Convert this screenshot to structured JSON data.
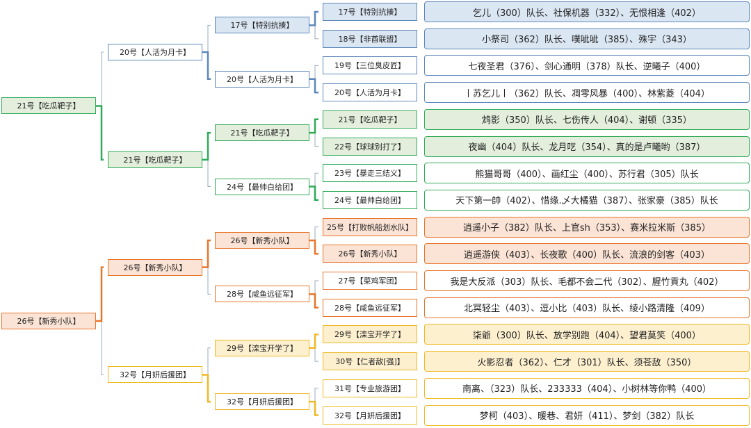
{
  "groups": [
    {
      "color": "#5b87bb",
      "teams": [
        {
          "label": "17号【特别抗揍】",
          "roster": "乞儿（300）队长、社保机器（332）、无恨相逢（402）",
          "fill": "#dbe6f3"
        },
        {
          "label": "18号【非酋联盟】",
          "roster": "小祭司（362）队长、噗呲呲（385）、殊宇（343）",
          "fill": "#dbe6f3"
        },
        {
          "label": "19号【三位臭皮匠】",
          "roster": "七夜圣君（376）、剑心通明（378）队长、逆曦子（400）",
          "fill": "#ffffff"
        },
        {
          "label": "20号【人活为月卡】",
          "roster": "丨苏乞儿丨（362）队长、凋零风暴（400）、林紫菱（404）",
          "fill": "#ffffff"
        }
      ],
      "r2": [
        {
          "label": "17号【特别抗揍】",
          "fill": "#dbe6f3"
        },
        {
          "label": "20号【人活为月卡】",
          "fill": "#ffffff"
        }
      ],
      "semi": {
        "label": "20号【人活为月卡】",
        "fill": "#ffffff"
      }
    },
    {
      "color": "#2eaa57",
      "teams": [
        {
          "label": "21号【吃瓜靶子】",
          "roster": "鸩影（350）队长、七伤传人（404）、谢顿（335）",
          "fill": "#e3efdc"
        },
        {
          "label": "22号【球球别打了】",
          "roster": "夜幽（404）队长、龙月呓（354）、真的是卢曦哟（387）",
          "fill": "#e3efdc"
        },
        {
          "label": "23号【暴走三结义】",
          "roster": "熊猫哥哥（400）、画红尘（400）、苏行君（305）队长",
          "fill": "#ffffff"
        },
        {
          "label": "24号【最帅白给团】",
          "roster": "天下第一帥（402）、惜缘.乄大橘猫（387）、张家豪（385）队长",
          "fill": "#ffffff"
        }
      ],
      "r2": [
        {
          "label": "21号【吃瓜靶子】",
          "fill": "#e3efdc"
        },
        {
          "label": "24号【最帅白给团】",
          "fill": "#ffffff"
        }
      ],
      "semi": {
        "label": "21号【吃瓜靶子】",
        "fill": "#e3efdc"
      }
    },
    {
      "color": "#e8742a",
      "teams": [
        {
          "label": "25号【打败帆船划水队】",
          "roster": "逍遥小子（382）队长、上官sh（353）、赛米拉米斯（385）",
          "fill": "#fbe3d5"
        },
        {
          "label": "26号【新秀小队】",
          "roster": "逍遥游侠（403）、长夜歌（400）队长、流浪的剑客（403）",
          "fill": "#fbe3d5"
        },
        {
          "label": "27号【菜鸡军团】",
          "roster": "我是大反派（303）队长、毛都不会二代（302）、腥竹貢丸（402）",
          "fill": "#ffffff"
        },
        {
          "label": "28号【咸鱼远征军】",
          "roster": "北冥轻尘（403）、逗小比（403）队长、绫小路清隆（409）",
          "fill": "#ffffff"
        }
      ],
      "r2": [
        {
          "label": "26号【新秀小队】",
          "fill": "#fbe3d5"
        },
        {
          "label": "28号【咸鱼远征军】",
          "fill": "#ffffff"
        }
      ],
      "semi": {
        "label": "26号【新秀小队】",
        "fill": "#fbe3d5"
      }
    },
    {
      "color": "#f0b825",
      "teams": [
        {
          "label": "29号【滦宝开学了】",
          "roster": "柒爺（300）队长、放学别跑（404）、望君莫笑（400）",
          "fill": "#fdf0cf"
        },
        {
          "label": "30号【仁者敌[强]】",
          "roster": "火影忍者（362）、仁才（301）队长、须苍敌（350）",
          "fill": "#fdf0cf"
        },
        {
          "label": "31号【专业旅游团】",
          "roster": "南离、（323）队长、233333（404）、小树林等你鸭（400）",
          "fill": "#ffffff"
        },
        {
          "label": "32号【月妍后援团】",
          "roster": "梦柯（403）、暖巷、君妍（411）、梦剑（382）队长",
          "fill": "#ffffff"
        }
      ],
      "r2": [
        {
          "label": "29号【滦宝开学了】",
          "fill": "#fdf0cf"
        },
        {
          "label": "32号【月妍后援团】",
          "fill": "#ffffff"
        }
      ],
      "semi": {
        "label": "32号【月妍后援团】",
        "fill": "#ffffff"
      }
    }
  ],
  "finals": [
    {
      "label": "21号【吃瓜靶子】",
      "fill": "#e3efdc"
    },
    {
      "label": "26号【新秀小队】",
      "fill": "#fbe3d5"
    }
  ]
}
